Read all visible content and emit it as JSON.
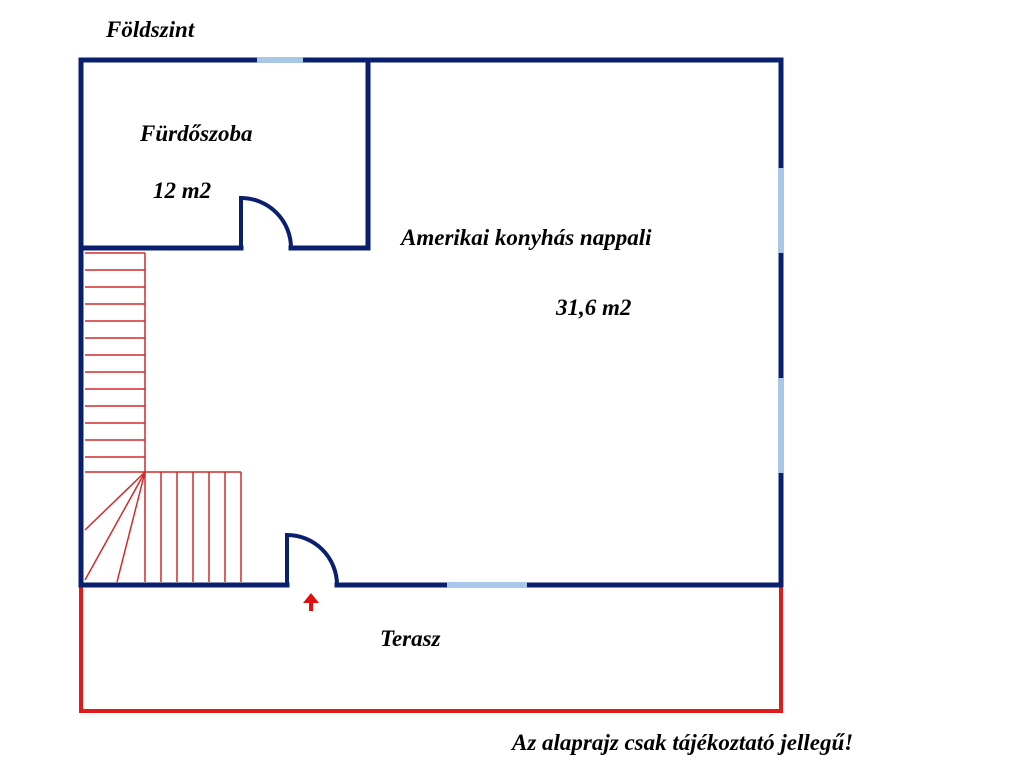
{
  "title": "Földszint",
  "rooms": {
    "bathroom": {
      "name": "Fürdőszoba",
      "area": "12 m2"
    },
    "living": {
      "name": "Amerikai konyhás nappali",
      "area": "31,6 m2"
    },
    "terrace": {
      "name": "Terasz"
    }
  },
  "disclaimer": "Az alaprajz csak tájékoztató jellegű!",
  "colors": {
    "wall": "#0a1f6e",
    "window": "#a9c7e8",
    "stairs": "#d42a2a",
    "terrace": "#e01b1b",
    "arrow": "#e01010",
    "text": "#000000"
  }
}
